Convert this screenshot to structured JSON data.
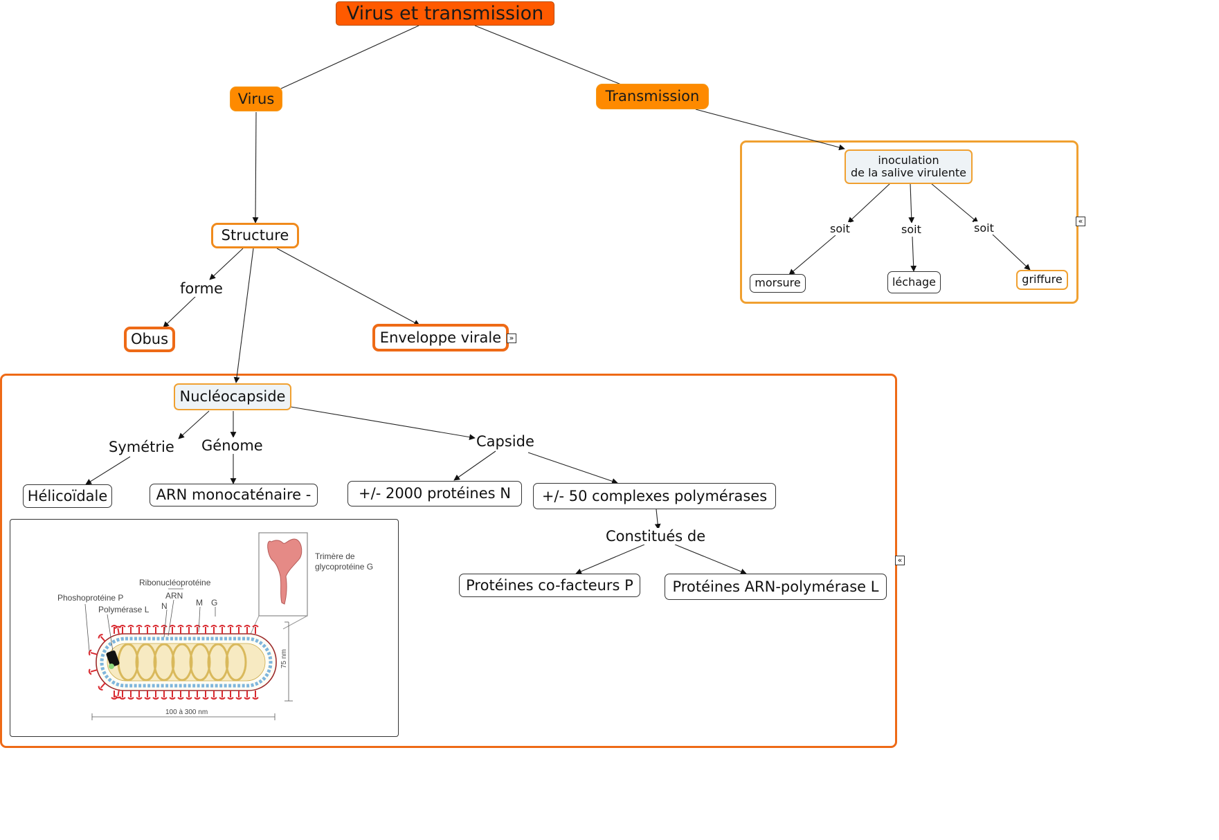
{
  "title": "Virus et transmission",
  "nodes": {
    "virus": "Virus",
    "transmission": "Transmission",
    "inoculation_line1": "inoculation",
    "inoculation_line2": "de la salive virulente",
    "morsure": "morsure",
    "lechage": "léchage",
    "griffure": "griffure",
    "structure": "Structure",
    "obus": "Obus",
    "enveloppe": "Enveloppe virale",
    "nucleocapside": "Nucléocapside",
    "helicoidale": "Hélicoïdale",
    "arn": "ARN monocaténaire -",
    "proteines_n": "+/- 2000 protéines N",
    "complexes": "+/- 50 complexes polymérases",
    "cofacteurs": "Protéines co-facteurs P",
    "polymerase_l": "Protéines ARN-polymérase L"
  },
  "link_labels": {
    "soit_1": "soit",
    "soit_2": "soit",
    "soit_3": "soit",
    "forme": "forme",
    "symetrie": "Symétrie",
    "genome": "Génome",
    "capside": "Capside",
    "constitues": "Constitués de"
  },
  "expanders": {
    "enveloppe_collapse": "»",
    "transmission_group": "«",
    "nucleocapside_group": "«"
  },
  "figure": {
    "trimere": "Trimère de\nglycoprotéine G",
    "trimere_line1": "Trimère de",
    "trimere_line2": "glycoprotéine G",
    "ribonucleoproteine": "Ribonucléoprotéine",
    "arn": "ARN",
    "n": "N",
    "m": "M",
    "g": "G",
    "phosphoproteine": "Phoshoprotéine P",
    "polymerase": "Polymérase L",
    "height": "75 nm",
    "length": "100 à 300 nm"
  },
  "colors": {
    "title_fill": "#ff5a00",
    "node_fill": "#fe8a00",
    "group_border": "#f08a1c",
    "group_border_deep": "#ee6a16",
    "envelope_lipid": "#7fb6dc",
    "spikes": "#d8282e",
    "nucleocapsid": "#e8cf78"
  }
}
